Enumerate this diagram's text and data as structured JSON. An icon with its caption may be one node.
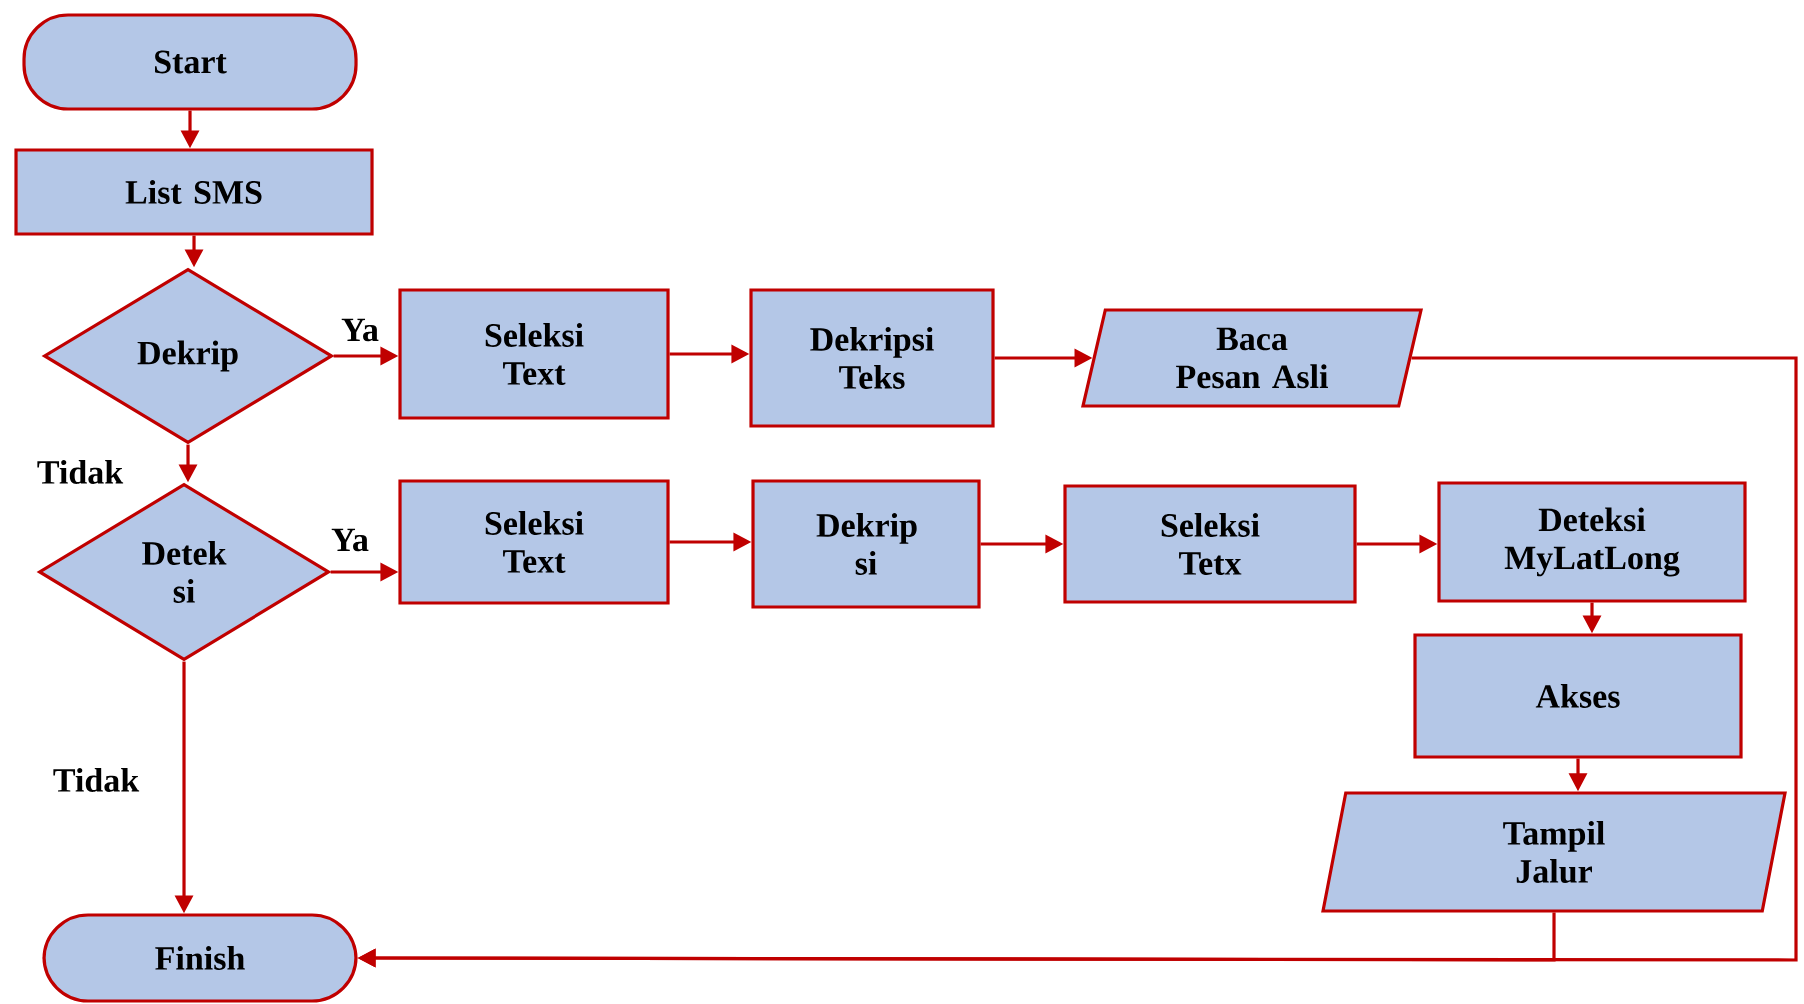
{
  "diagram": {
    "nodes": [
      {
        "text": [
          "Start"
        ]
      },
      {
        "text": [
          "List SMS"
        ]
      },
      {
        "text": [
          "Dekrip"
        ]
      },
      {
        "text": [
          "Seleksi Text"
        ]
      },
      {
        "text": [
          "Dekripsi Teks"
        ]
      },
      {
        "text": [
          "Baca Pesan Asli"
        ]
      },
      {
        "text": [
          "Detek si"
        ]
      },
      {
        "text": [
          "Seleksi Text"
        ]
      },
      {
        "text": [
          "Dekrip si"
        ]
      },
      {
        "text": [
          "Seleksi Tetx"
        ]
      },
      {
        "text": [
          "Deteksi MyLatLong"
        ]
      },
      {
        "text": [
          "Akses"
        ]
      },
      {
        "text": [
          "Tampil Jalur"
        ]
      },
      {
        "text": [
          "Finish"
        ]
      }
    ],
    "edges": [
      {
        "from": 0,
        "to": 1,
        "arrow": "to"
      },
      {
        "from": 1,
        "to": 2,
        "arrow": "to"
      },
      {
        "from": 2,
        "to": 3,
        "arrow": "to",
        "label": "Ya"
      },
      {
        "from": 3,
        "to": 4,
        "arrow": "to"
      },
      {
        "from": 4,
        "to": 5,
        "arrow": "to"
      },
      {
        "from": 2,
        "to": 6,
        "arrow": "to",
        "label": "Tidak"
      },
      {
        "from": 6,
        "to": 7,
        "arrow": "to",
        "label": "Ya"
      },
      {
        "from": 7,
        "to": 8,
        "arrow": "to"
      },
      {
        "from": 8,
        "to": 9,
        "arrow": "to"
      },
      {
        "from": 9,
        "to": 10,
        "arrow": "to"
      },
      {
        "from": 10,
        "to": 11,
        "arrow": "to"
      },
      {
        "from": 11,
        "to": 12,
        "arrow": "to"
      },
      {
        "from": 6,
        "to": 13,
        "arrow": "to",
        "label": "Tidak"
      },
      {
        "from": 12,
        "to": 13,
        "arrow": "to"
      },
      {
        "from": 5,
        "to": 13,
        "arrow": "to"
      }
    ]
  }
}
